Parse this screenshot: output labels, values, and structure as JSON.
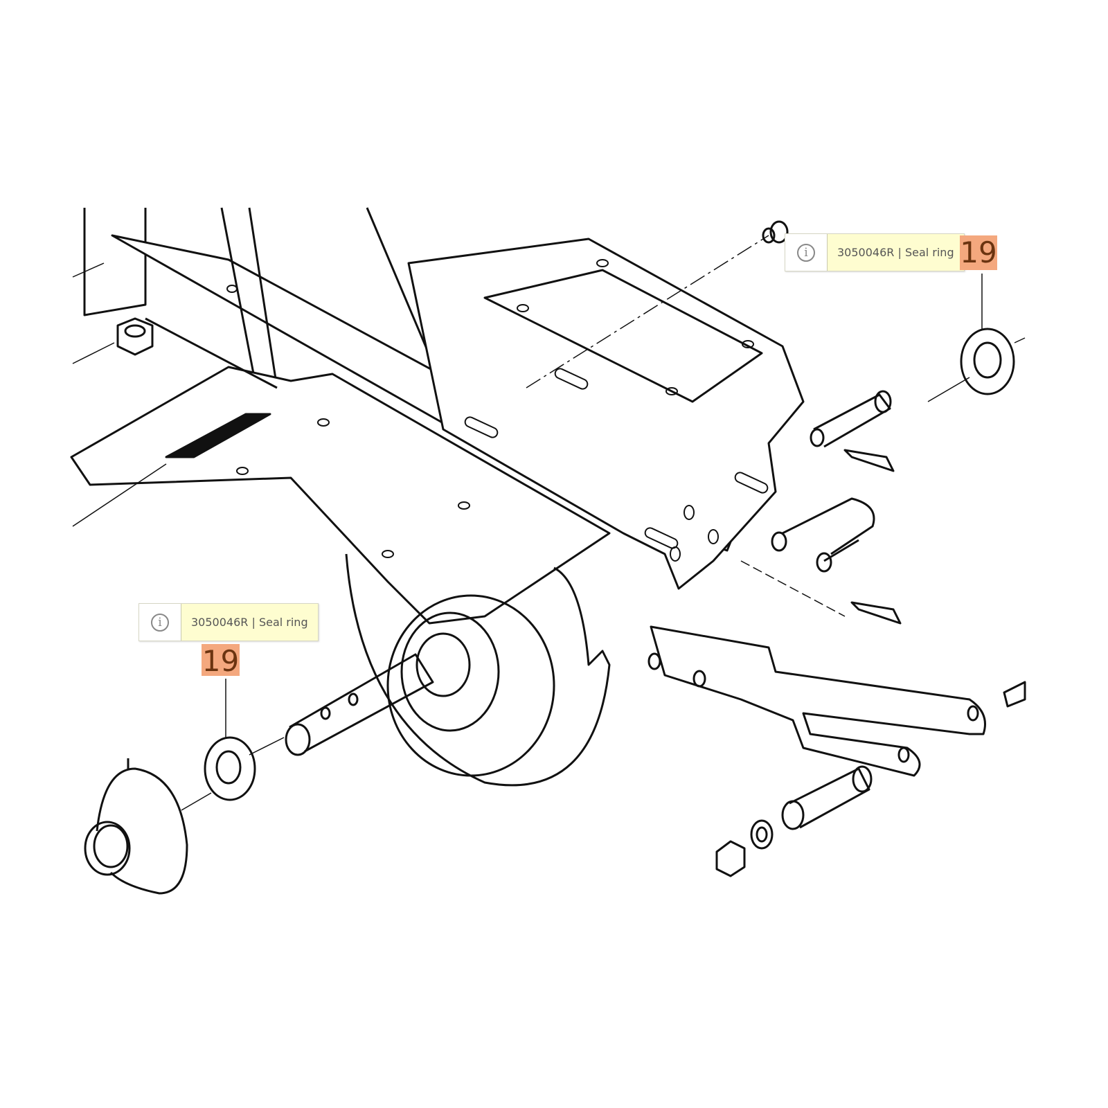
{
  "callouts": [
    {
      "info_icon": "info-icon",
      "part_number": "3050046R",
      "separator": "|",
      "part_name": "Seal ring",
      "text": "3050046R | Seal ring",
      "position_number": "19"
    },
    {
      "info_icon": "info-icon",
      "part_number": "3050046R",
      "separator": "|",
      "part_name": "Seal ring",
      "text": "3050046R | Seal ring",
      "position_number": "19"
    }
  ],
  "colors": {
    "badge": "#f4a87e",
    "tooltip": "#fefdd0",
    "line": "#111111"
  }
}
